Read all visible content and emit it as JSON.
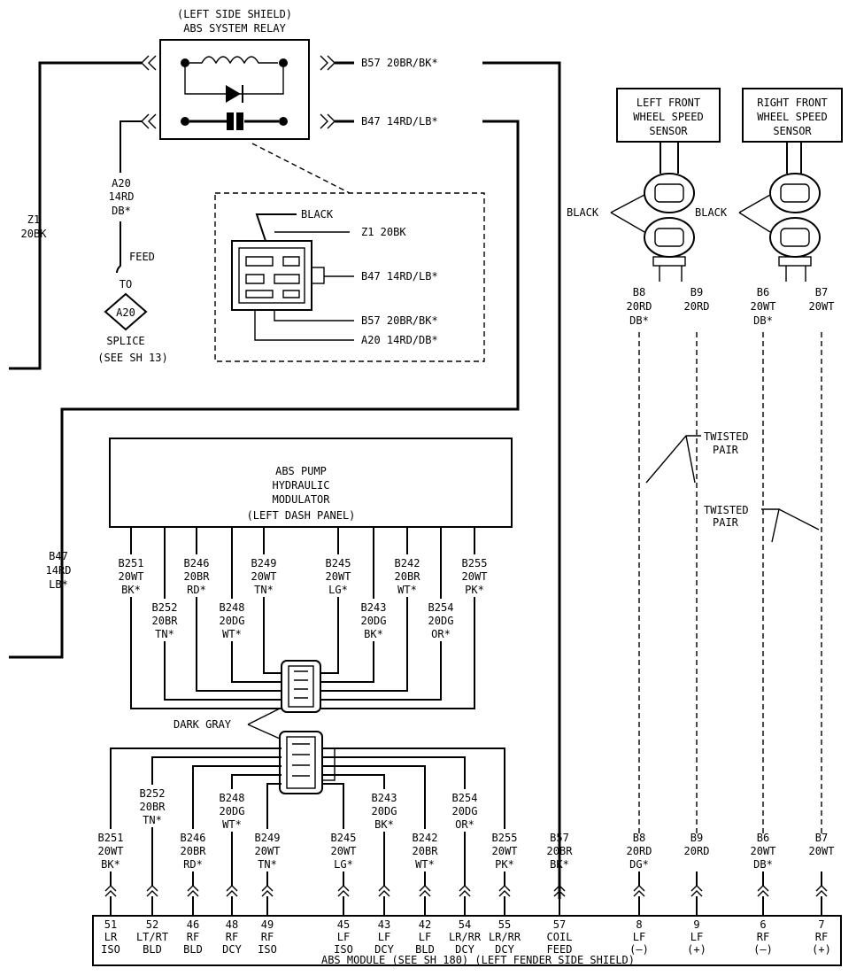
{
  "relay": {
    "line1": "(LEFT SIDE SHIELD)",
    "line2": "ABS SYSTEM RELAY"
  },
  "relay_wires": {
    "b57": "B57 20BR/BK*",
    "b47": "B47 14RD/LB*"
  },
  "z1": {
    "l1": "Z1",
    "l2": "20BK"
  },
  "a20": {
    "l1": "A20",
    "l2": "14RD",
    "l3": "DB*"
  },
  "feed": "FEED",
  "to": "TO",
  "splice_id": "A20",
  "splice": {
    "l1": "SPLICE",
    "l2": "(SEE SH 13)"
  },
  "inset": {
    "black": "BLACK",
    "z1": "Z1 20BK",
    "b47": "B47 14RD/LB*",
    "b57": "B57 20BR/BK*",
    "a20": "A20 14RD/DB*"
  },
  "b47_left": {
    "l1": "B47",
    "l2": "14RD",
    "l3": "LB*"
  },
  "pump": {
    "l1": "ABS PUMP",
    "l2": "HYDRAULIC",
    "l3": "MODULATOR",
    "l4": "(LEFT DASH PANEL)"
  },
  "pump_wires": [
    {
      "l1": "B251",
      "l2": "20WT",
      "l3": "BK*"
    },
    {
      "l1": "B252",
      "l2": "20BR",
      "l3": "TN*"
    },
    {
      "l1": "B246",
      "l2": "20BR",
      "l3": "RD*"
    },
    {
      "l1": "B248",
      "l2": "20DG",
      "l3": "WT*"
    },
    {
      "l1": "B249",
      "l2": "20WT",
      "l3": "TN*"
    },
    {
      "l1": "B245",
      "l2": "20WT",
      "l3": "LG*"
    },
    {
      "l1": "B243",
      "l2": "20DG",
      "l3": "BK*"
    },
    {
      "l1": "B242",
      "l2": "20BR",
      "l3": "WT*"
    },
    {
      "l1": "B254",
      "l2": "20DG",
      "l3": "OR*"
    },
    {
      "l1": "B255",
      "l2": "20WT",
      "l3": "PK*"
    }
  ],
  "dark_gray": "DARK GRAY",
  "lf_sensor": {
    "l1": "LEFT FRONT",
    "l2": "WHEEL SPEED",
    "l3": "SENSOR"
  },
  "rf_sensor": {
    "l1": "RIGHT FRONT",
    "l2": "WHEEL SPEED",
    "l3": "SENSOR"
  },
  "black": "BLACK",
  "sensor_wires": [
    {
      "l1": "B8",
      "l2": "20RD",
      "l3": "DB*"
    },
    {
      "l1": "B9",
      "l2": "20RD",
      "l3": ""
    },
    {
      "l1": "B6",
      "l2": "20WT",
      "l3": "DB*"
    },
    {
      "l1": "B7",
      "l2": "20WT",
      "l3": ""
    }
  ],
  "twisted": {
    "l1": "TWISTED",
    "l2": "PAIR"
  },
  "bottom_wires": [
    {
      "l1": "B251",
      "l2": "20WT",
      "l3": "BK*"
    },
    {
      "l1": "B252",
      "l2": "20BR",
      "l3": "TN*"
    },
    {
      "l1": "B246",
      "l2": "20BR",
      "l3": "RD*"
    },
    {
      "l1": "B248",
      "l2": "20DG",
      "l3": "WT*"
    },
    {
      "l1": "B249",
      "l2": "20WT",
      "l3": "TN*"
    },
    {
      "l1": "B245",
      "l2": "20WT",
      "l3": "LG*"
    },
    {
      "l1": "B243",
      "l2": "20DG",
      "l3": "BK*"
    },
    {
      "l1": "B242",
      "l2": "20BR",
      "l3": "WT*"
    },
    {
      "l1": "B254",
      "l2": "20DG",
      "l3": "OR*"
    },
    {
      "l1": "B255",
      "l2": "20WT",
      "l3": "PK*"
    },
    {
      "l1": "B57",
      "l2": "20BR",
      "l3": "BK*"
    },
    {
      "l1": "B8",
      "l2": "20RD",
      "l3": "DG*"
    },
    {
      "l1": "B9",
      "l2": "20RD",
      "l3": ""
    },
    {
      "l1": "B6",
      "l2": "20WT",
      "l3": "DB*"
    },
    {
      "l1": "B7",
      "l2": "20WT",
      "l3": ""
    }
  ],
  "pins": [
    {
      "n": "51",
      "a": "LR",
      "b": "ISO"
    },
    {
      "n": "52",
      "a": "LT/RT",
      "b": "BLD"
    },
    {
      "n": "46",
      "a": "RF",
      "b": "BLD"
    },
    {
      "n": "48",
      "a": "RF",
      "b": "DCY"
    },
    {
      "n": "49",
      "a": "RF",
      "b": "ISO"
    },
    {
      "n": "45",
      "a": "LF",
      "b": "ISO"
    },
    {
      "n": "43",
      "a": "LF",
      "b": "DCY"
    },
    {
      "n": "42",
      "a": "LF",
      "b": "BLD"
    },
    {
      "n": "54",
      "a": "LR/RR",
      "b": "DCY"
    },
    {
      "n": "55",
      "a": "LR/RR",
      "b": "DCY"
    },
    {
      "n": "57",
      "a": "COIL",
      "b": "FEED"
    },
    {
      "n": "8",
      "a": "LF",
      "b": "(—)"
    },
    {
      "n": "9",
      "a": "LF",
      "b": "(+)"
    },
    {
      "n": "6",
      "a": "RF",
      "b": "(—)"
    },
    {
      "n": "7",
      "a": "RF",
      "b": "(+)"
    }
  ],
  "module": "ABS MODULE (SEE SH 180) (LEFT FENDER SIDE SHIELD)"
}
